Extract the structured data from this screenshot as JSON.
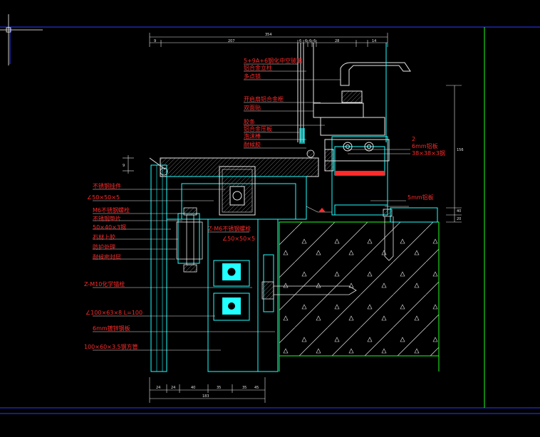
{
  "drawing": {
    "top_dims": [
      "9",
      "207",
      "6",
      "6",
      "6",
      "6",
      "28",
      "14"
    ],
    "top_overall": "354",
    "bottom_dims": [
      "24",
      "24",
      "40",
      "35",
      "35",
      "45"
    ],
    "bottom_overall": "183",
    "right_dims": [
      "156",
      "40",
      "20"
    ],
    "left_dim": "9",
    "labels": [
      "5+9A+6钢化中空玻璃",
      "铝合金立柱",
      "多点锁",
      "开启扇铝合金框",
      "双面贴",
      "胶条",
      "铝合金压板",
      "泡沫棒",
      "耐候胶",
      "2",
      "6mm铝板",
      "38×38×3钢",
      "5mm铝板",
      "不锈钢挂件",
      "∠50×50×5",
      "M6不锈钢螺栓",
      "不锈钢垫片",
      "50×40×3钢",
      "石材上胶",
      "防护处理",
      "耐候密封层",
      "Z-M6不锈钢螺栓",
      "∠50×50×5",
      "Z-M10化学锚栓",
      "∠100×63×8  L=100",
      "6mm镀锌钢板",
      "100×60×3.5钢方管"
    ]
  }
}
